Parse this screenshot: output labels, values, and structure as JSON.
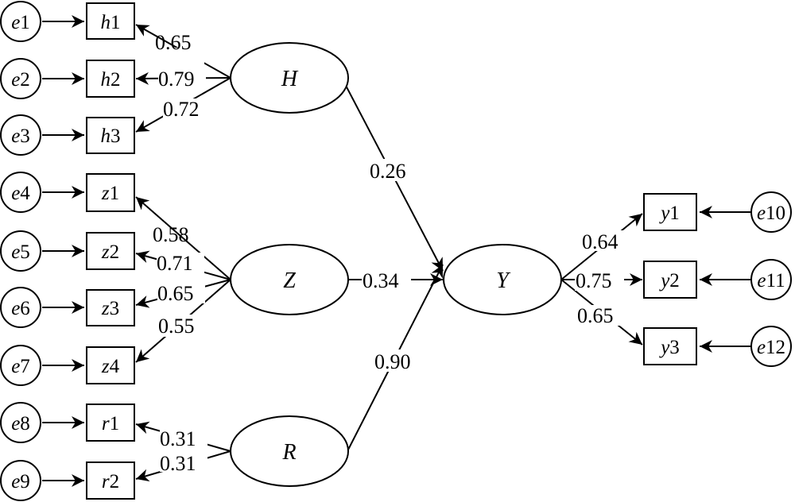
{
  "latent": {
    "H": "H",
    "Z": "Z",
    "R": "R",
    "Y": "Y"
  },
  "indicators": {
    "h1": {
      "letter": "h",
      "num": "1"
    },
    "h2": {
      "letter": "h",
      "num": "2"
    },
    "h3": {
      "letter": "h",
      "num": "3"
    },
    "z1": {
      "letter": "z",
      "num": "1"
    },
    "z2": {
      "letter": "z",
      "num": "2"
    },
    "z3": {
      "letter": "z",
      "num": "3"
    },
    "z4": {
      "letter": "z",
      "num": "4"
    },
    "r1": {
      "letter": "r",
      "num": "1"
    },
    "r2": {
      "letter": "r",
      "num": "2"
    },
    "y1": {
      "letter": "y",
      "num": "1"
    },
    "y2": {
      "letter": "y",
      "num": "2"
    },
    "y3": {
      "letter": "y",
      "num": "3"
    }
  },
  "errors": {
    "e1": {
      "letter": "e",
      "num": "1"
    },
    "e2": {
      "letter": "e",
      "num": "2"
    },
    "e3": {
      "letter": "e",
      "num": "3"
    },
    "e4": {
      "letter": "e",
      "num": "4"
    },
    "e5": {
      "letter": "e",
      "num": "5"
    },
    "e6": {
      "letter": "e",
      "num": "6"
    },
    "e7": {
      "letter": "e",
      "num": "7"
    },
    "e8": {
      "letter": "e",
      "num": "8"
    },
    "e9": {
      "letter": "e",
      "num": "9"
    },
    "e10": {
      "letter": "e",
      "num": "10"
    },
    "e11": {
      "letter": "e",
      "num": "11"
    },
    "e12": {
      "letter": "e",
      "num": "12"
    }
  },
  "loadings": {
    "H_h1": "0.65",
    "H_h2": "0.79",
    "H_h3": "0.72",
    "Z_z1": "0.58",
    "Z_z2": "0.71",
    "Z_z3": "0.65",
    "Z_z4": "0.55",
    "R_r1": "0.31",
    "R_r2": "0.31",
    "Y_y1": "0.64",
    "Y_y2": "0.75",
    "Y_y3": "0.65"
  },
  "paths": {
    "H_Y": "0.26",
    "Z_Y": "0.34",
    "R_Y": "0.90"
  }
}
